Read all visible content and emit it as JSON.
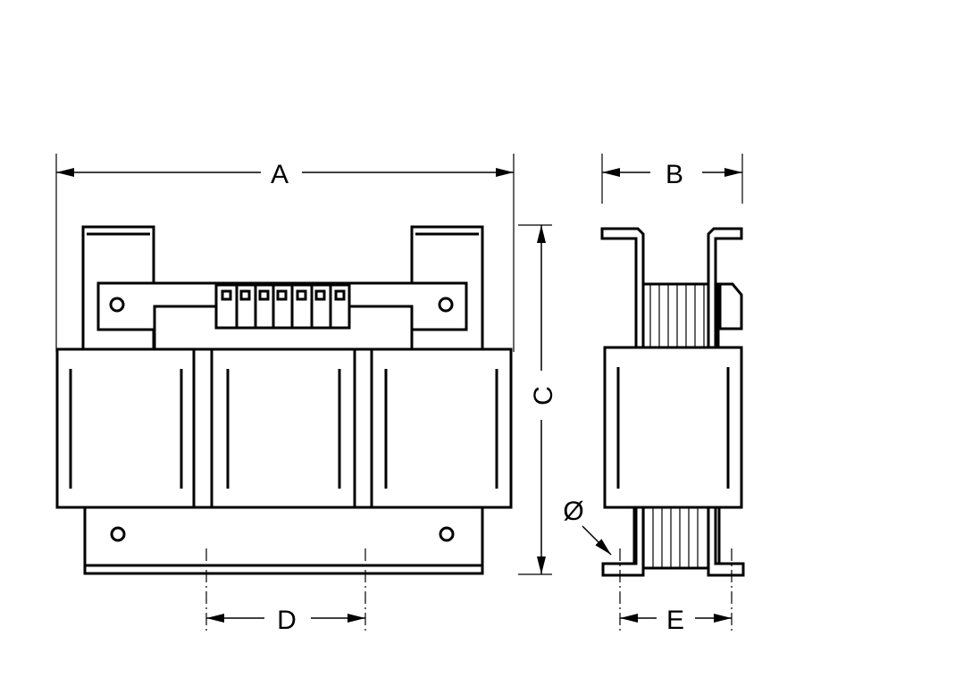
{
  "labels": {
    "a": "A",
    "b": "B",
    "c": "C",
    "d": "D",
    "e": "E",
    "diameter": "Ø"
  },
  "colors": {
    "line": "#000000",
    "background": "#ffffff"
  }
}
